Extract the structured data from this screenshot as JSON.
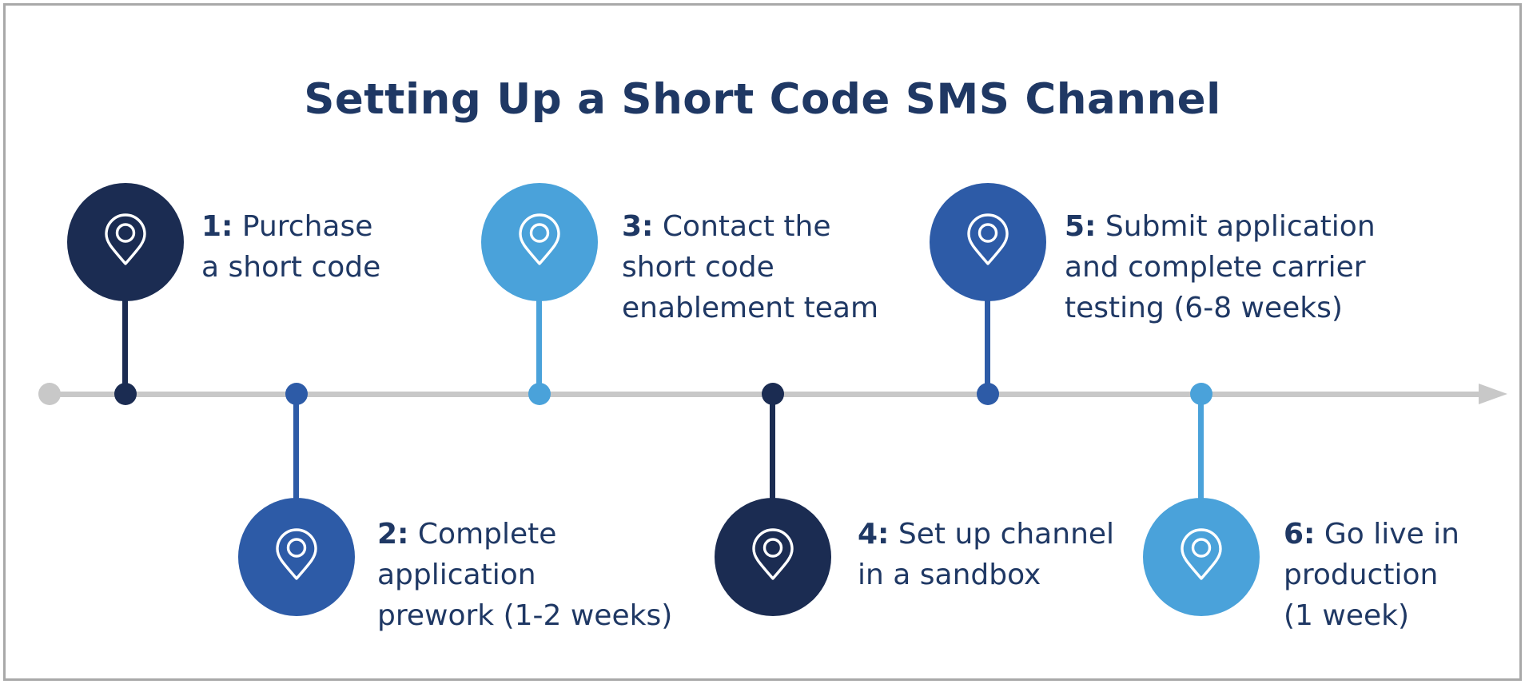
{
  "title": "Setting Up a Short Code SMS Channel",
  "colors": {
    "navy": "#1b2c52",
    "medium_blue": "#2d5ba7",
    "light_blue": "#4aa2da",
    "text_navy": "#1f3864",
    "timeline_gray": "#c8c8c8",
    "frame_border": "#a9a9a9"
  },
  "timeline": {
    "orientation": "horizontal",
    "direction": "left-to-right",
    "start_cap": "gray-dot",
    "end_cap": "gray-arrowhead"
  },
  "steps": [
    {
      "num": "1:",
      "line1": "Purchase",
      "line2": "a short code",
      "line3": "",
      "position": "above",
      "color": "navy"
    },
    {
      "num": "2:",
      "line1": "Complete",
      "line2": "application",
      "line3": "prework (1-2 weeks)",
      "position": "below",
      "color": "medium_blue"
    },
    {
      "num": "3:",
      "line1": "Contact the",
      "line2": "short code",
      "line3": "enablement team",
      "position": "above",
      "color": "light_blue"
    },
    {
      "num": "4:",
      "line1": "Set up channel",
      "line2": "in a sandbox",
      "line3": "",
      "position": "below",
      "color": "navy"
    },
    {
      "num": "5:",
      "line1": "Submit application",
      "line2": "and complete carrier",
      "line3": "testing (6-8 weeks)",
      "position": "above",
      "color": "medium_blue"
    },
    {
      "num": "6:",
      "line1": "Go live in",
      "line2": "production",
      "line3": "(1 week)",
      "position": "below",
      "color": "light_blue"
    }
  ],
  "icon": "map-pin-icon"
}
